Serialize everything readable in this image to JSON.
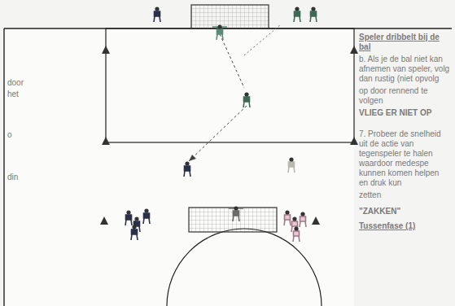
{
  "diagram": {
    "labels": [
      "door",
      "het",
      "o",
      "din",
      "Speler dribbelt bij de bal",
      "b. Als je de bal niet kan afnemen van speler, volg dan rustig (niet opvolg",
      "op door rennend te volgen",
      "VLIEG ER NIET OP",
      "7. Probeer de snelheid uit de actie van tegenspeler te halen waardoor medespe kunnen komen helpen en druk kun",
      "zetten",
      "\"ZAKKEN\"",
      "Tussenfase (1)"
    ]
  }
}
